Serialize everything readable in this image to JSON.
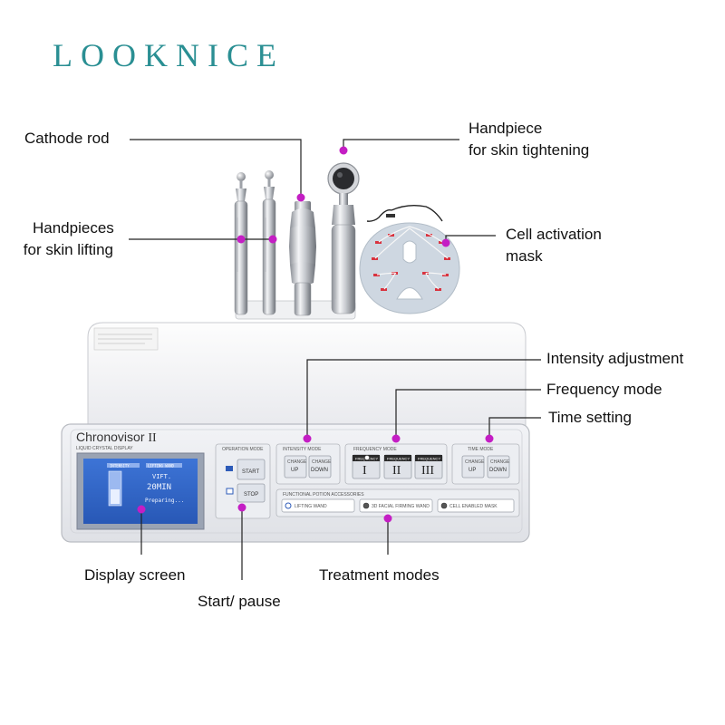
{
  "brand": "LOOKNICE",
  "callouts": {
    "cathode_rod": "Cathode rod",
    "handpiece_tightening": [
      "Handpiece",
      "for skin tightening"
    ],
    "handpieces_lifting": [
      "Handpieces",
      "for skin lifting"
    ],
    "cell_activation_mask": [
      "Cell activation",
      "mask"
    ],
    "intensity_adjustment": "Intensity adjustment",
    "frequency_mode": "Frequency mode",
    "time_setting": "Time setting",
    "display_screen": "Display screen",
    "treatment_modes": "Treatment modes",
    "start_pause": "Start/ pause"
  },
  "device": {
    "model_name": "Chronovisor",
    "model_numeral": "II",
    "panel_lcd": "LIQUID CRYSTAL DISPLAY",
    "panel_operation": "OPERATION MODE",
    "panel_intensity": "INTENSITY MODE",
    "panel_frequency": "FREQUENCY MODE",
    "panel_time": "TIME MODE",
    "panel_functional": "FUNCTIONAL POTION ACCESSORIES",
    "start_label": "START",
    "stop_label": "STOP",
    "change_label": "CHANGE",
    "up_label": "UP",
    "down_label": "DOWN",
    "frequency_label": "FREQUENCY",
    "freq_numerals": [
      "I",
      "II",
      "III"
    ],
    "lcd_intensity": "INTENSITY",
    "lcd_line1": "LIFTING WAND",
    "lcd_line2": "VIFT.",
    "lcd_line3": "20MIN",
    "lcd_line4": "Preparing...",
    "accessories": [
      "LIFTING WAND",
      "3D FACIAL FIRMING WAND",
      "CELL ENABLED MASK"
    ]
  },
  "colors": {
    "brand": "#2a8f93",
    "marker": "#c41ec4",
    "lcd": "#2f63c8"
  }
}
